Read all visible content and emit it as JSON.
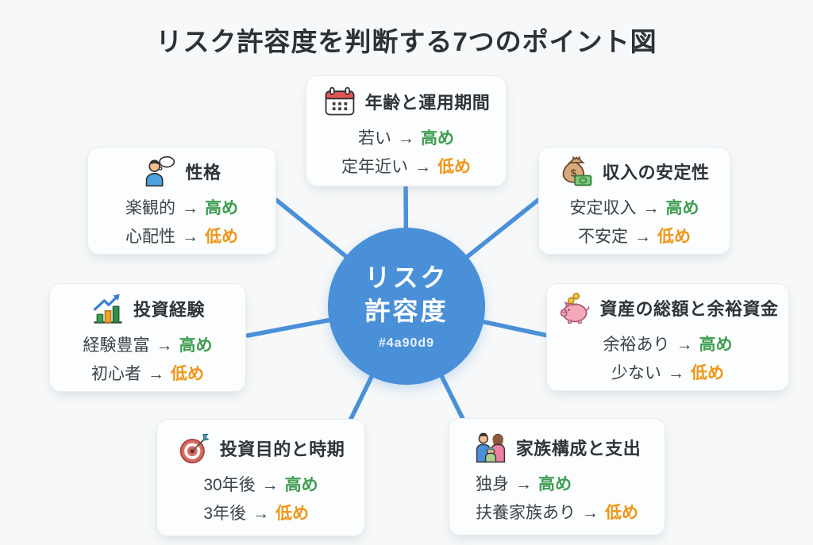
{
  "title": "リスク許容度を判断する7つのポイント図",
  "arrow": "→",
  "center": {
    "title_line1": "リスク",
    "title_line2": "許容度",
    "color_code": "#4a90d9"
  },
  "colors": {
    "center_circle": "#4a90d9",
    "connector_line": "#4a90d9",
    "high_value_green": "#3f9e52",
    "low_value_orange": "#ef9617",
    "card_background": "#fcfdfe",
    "page_background": "#f6f8f9"
  },
  "cards": [
    {
      "icon": "calendar-icon",
      "title": "年齢と運用期間",
      "lines": [
        {
          "label": "若い",
          "value": "高め",
          "level": "high"
        },
        {
          "label": "定年近い",
          "value": "低め",
          "level": "low"
        }
      ]
    },
    {
      "icon": "person-thought-icon",
      "title": "性格",
      "lines": [
        {
          "label": "楽観的",
          "value": "高め",
          "level": "high"
        },
        {
          "label": "心配性",
          "value": "低め",
          "level": "low"
        }
      ]
    },
    {
      "icon": "money-bag-icon",
      "title": "収入の安定性",
      "lines": [
        {
          "label": "安定収入",
          "value": "高め",
          "level": "high"
        },
        {
          "label": "不安定",
          "value": "低め",
          "level": "low"
        }
      ]
    },
    {
      "icon": "bar-chart-up-icon",
      "title": "投資経験",
      "lines": [
        {
          "label": "経験豊富",
          "value": "高め",
          "level": "high"
        },
        {
          "label": "初心者",
          "value": "低め",
          "level": "low"
        }
      ]
    },
    {
      "icon": "piggy-bank-icon",
      "title": "資産の総額と余裕資金",
      "lines": [
        {
          "label": "余裕あり",
          "value": "高め",
          "level": "high"
        },
        {
          "label": "少ない",
          "value": "低め",
          "level": "low"
        }
      ]
    },
    {
      "icon": "target-dart-icon",
      "title": "投資目的と時期",
      "lines": [
        {
          "label": "30年後",
          "value": "高め",
          "level": "high"
        },
        {
          "label": "3年後",
          "value": "低め",
          "level": "low"
        }
      ]
    },
    {
      "icon": "family-icon",
      "title": "家族構成と支出",
      "lines": [
        {
          "label": "独身",
          "value": "高め",
          "level": "high"
        },
        {
          "label": "扶養家族あり",
          "value": "低め",
          "level": "low"
        }
      ]
    }
  ]
}
